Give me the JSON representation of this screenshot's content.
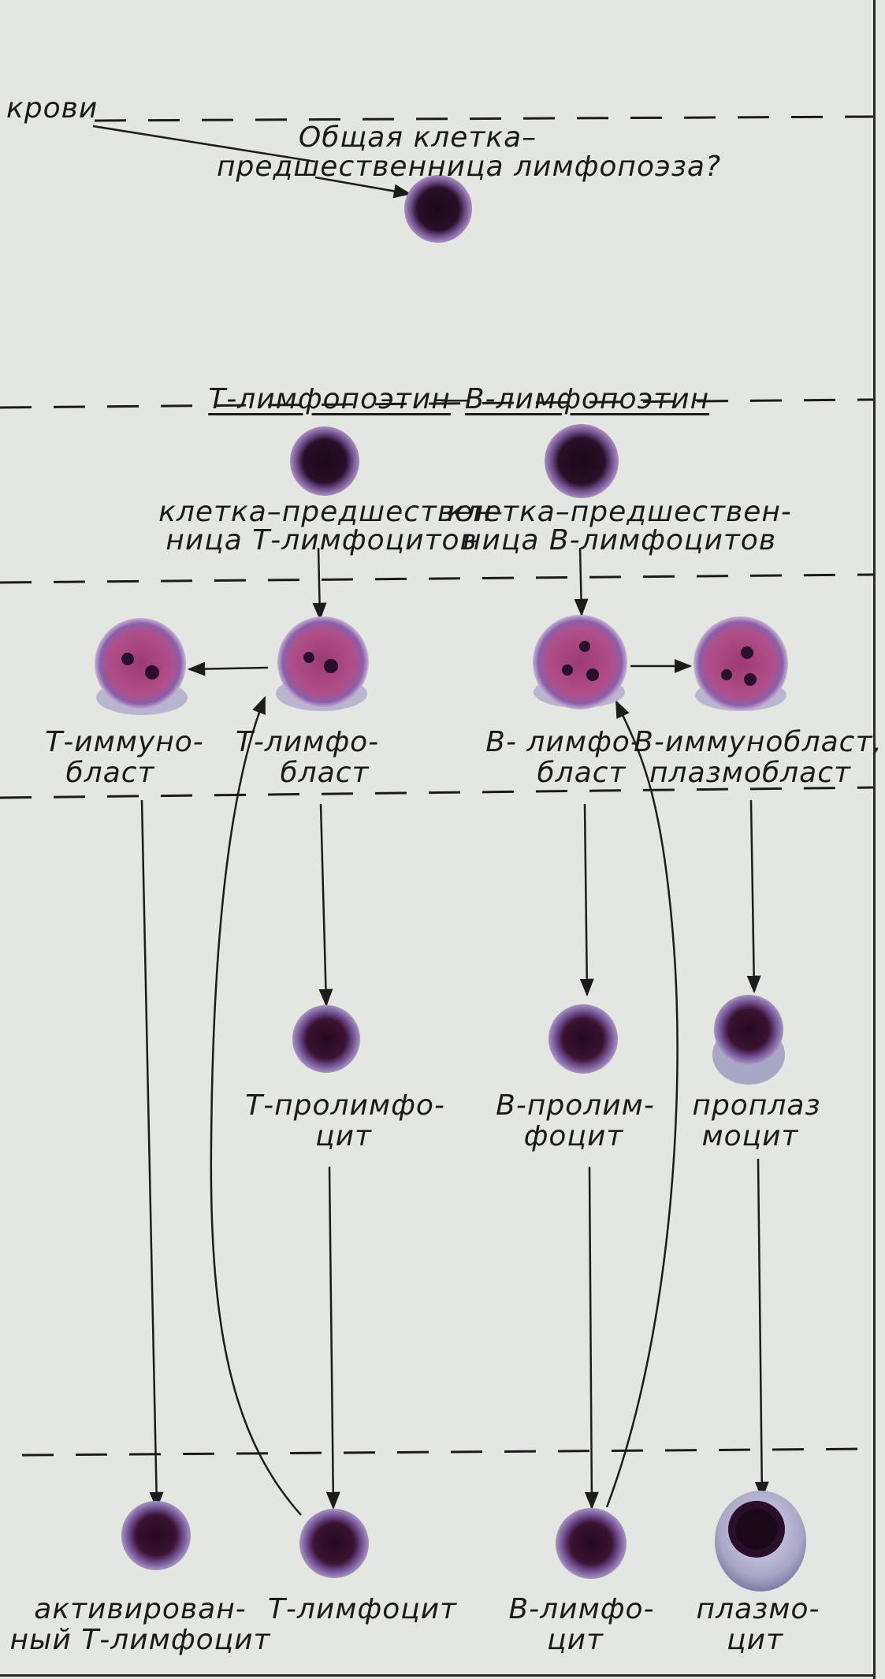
{
  "labels": {
    "krovi": "крови",
    "common_1": "Общая клетка–",
    "common_2": "предшественница лимфопоэза?",
    "t_lymphopoetin": "Т-лимфопоэтин",
    "dash_mid": "—",
    "b_lymphopoetin": "В-лимфопоэтин",
    "t_prec_1": "клетка–предшествен-",
    "t_prec_2": "ница Т-лимфоцитов",
    "b_prec_1": "клетка–предшествен-",
    "b_prec_2": "ница В-лимфоцитов",
    "t_immuno_1": "Т-иммуно-",
    "t_immuno_2": "бласт",
    "t_lympho_1": "Т-лимфо-",
    "t_lympho_2": "бласт",
    "b_lympho_1": "В- лимфо-",
    "b_lympho_2": "бласт",
    "b_immuno_1": "В-иммунобласт,",
    "b_immuno_2": "плазмобласт",
    "t_prolymph_1": "Т-пролимфо-",
    "t_prolymph_2": "цит",
    "b_prolymph_1": "В-пролим-",
    "b_prolymph_2": "фоцит",
    "proplasm_1": "проплаз",
    "proplasm_2": "моцит",
    "act_t_1": "активирован-",
    "act_t_2": "ный Т-лимфоцит",
    "t_lymphocyte": "Т-лимфоцит",
    "b_lymphocyte_1": "В-лимфо-",
    "b_lymphocyte_2": "цит",
    "plasmocyte_1": "плазмо-",
    "plasmocyte_2": "цит"
  },
  "colors": {
    "background": "#e4e6e1",
    "line": "#1c1c1c",
    "nucleus_dark": "#2a0f2a",
    "cytoplasm": "#8b5fa8",
    "blast_cytoplasm": "#b04f8a",
    "plasma_cytoplasm": "#c8c8dc"
  }
}
